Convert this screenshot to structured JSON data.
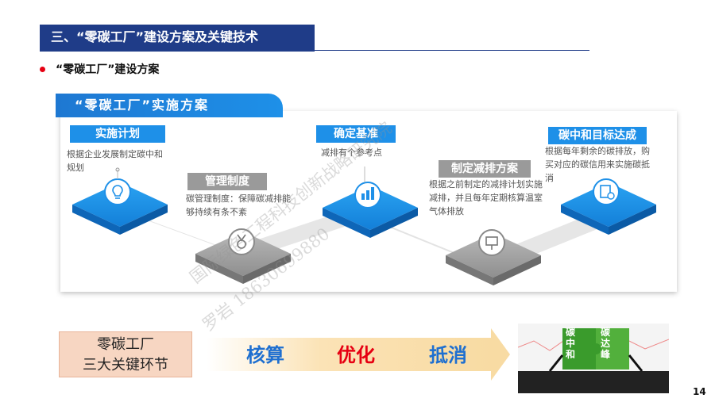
{
  "header": {
    "title": "三、“零碳工厂”建设方案及关键技术"
  },
  "subtitle": "“零碳工厂”建设方案",
  "banner": "“零碳工厂”实施方案",
  "steps": [
    {
      "label": "实施计划",
      "desc": "根据企业发展制定碳中和规划",
      "icon": "lightbulb-icon",
      "style": "blue"
    },
    {
      "label": "管理制度",
      "desc": "碳管理制度：保障碳减排能够持续有条不紊",
      "icon": "medal-icon",
      "style": "gray"
    },
    {
      "label": "确定基准",
      "desc": "减排有个参考点",
      "icon": "chart-icon",
      "style": "blue"
    },
    {
      "label": "制定减排方案",
      "desc": "根据之前制定的减排计划实施减排，并且每年定期核算温室气体排放",
      "icon": "presentation-icon",
      "style": "gray"
    },
    {
      "label": "碳中和目标达成",
      "desc": "根据每年剩余的碳排放，购买对应的碳信用来实施碳抵消",
      "icon": "certificate-icon",
      "style": "blue"
    }
  ],
  "sections_box": {
    "line1": "零碳工厂",
    "line2": "三大关键环节"
  },
  "keywords": {
    "k1": "核算",
    "k2": "优化",
    "k3": "抵消"
  },
  "puzzle": {
    "left": "碳中和",
    "right": "碳达峰"
  },
  "watermark": {
    "line1": "国际绿色工程科技创新战略研究院",
    "line2": "罗岩 18630699880"
  },
  "page_number": "14",
  "colors": {
    "accent_blue": "#1e90e8",
    "header_navy": "#1f3c88",
    "red": "#e60012",
    "gray": "#9a9a9a"
  }
}
